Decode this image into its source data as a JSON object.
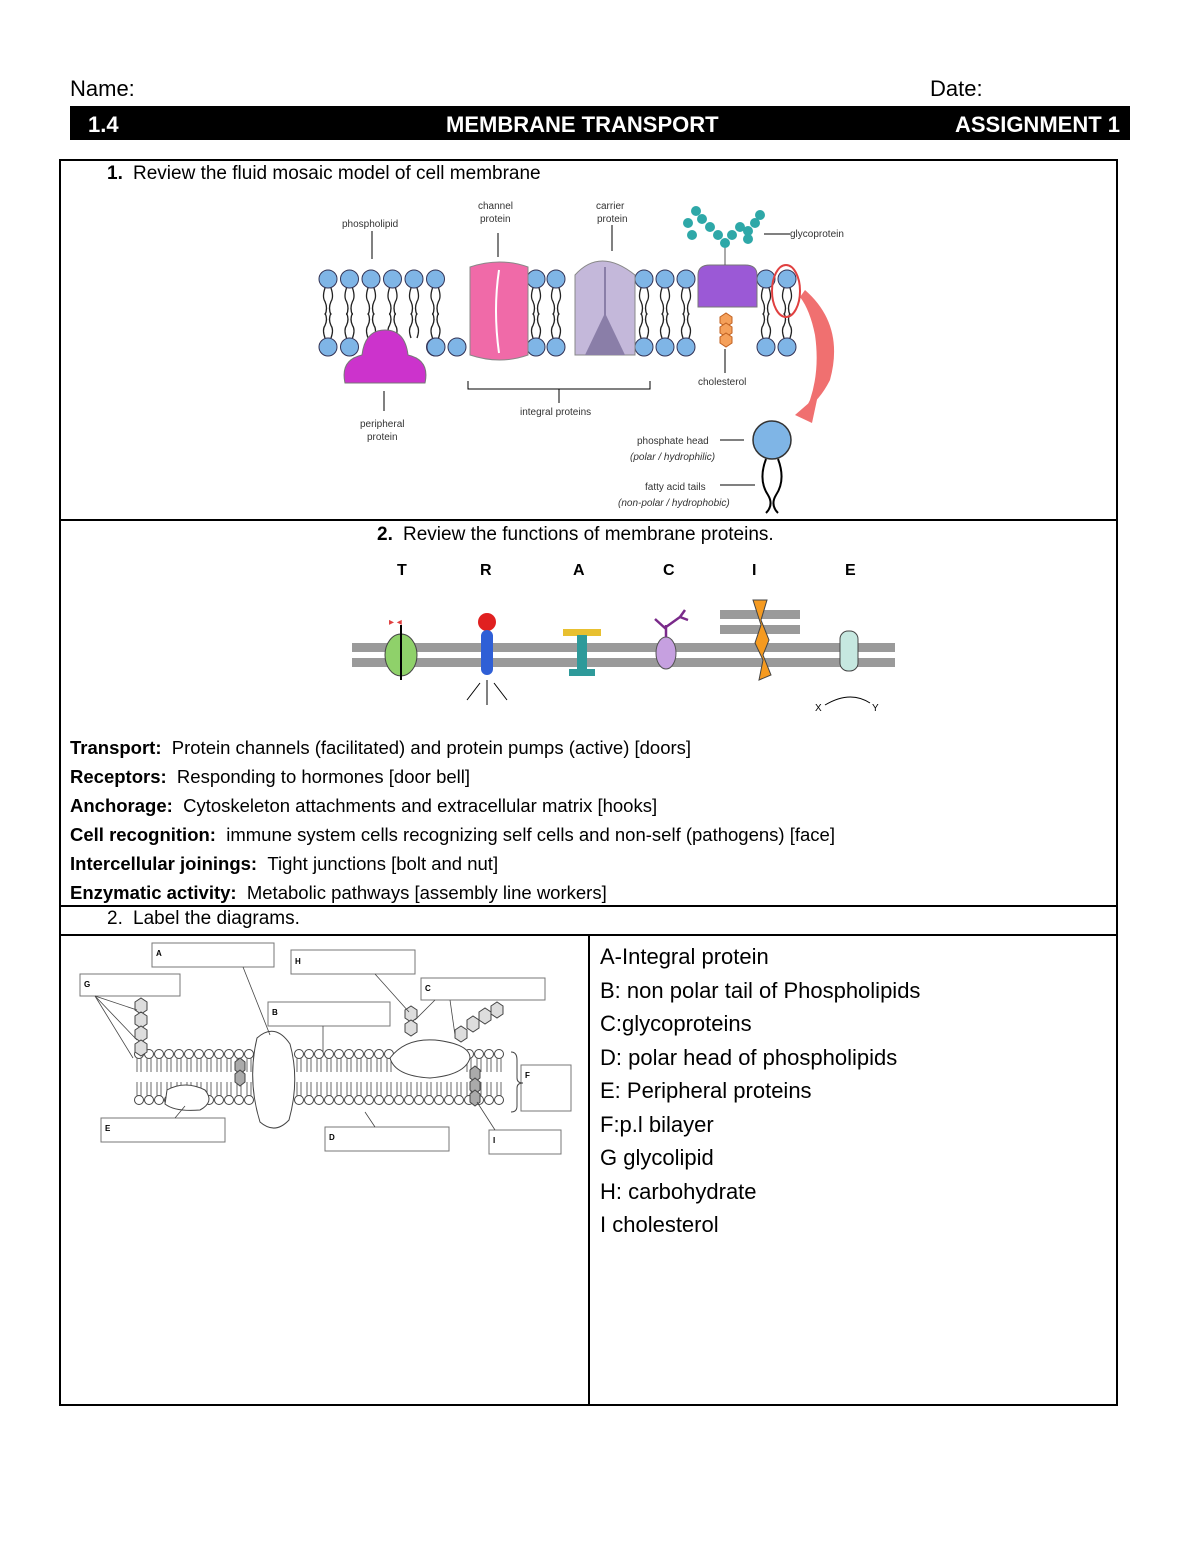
{
  "header": {
    "name_label": "Name:",
    "date_label": "Date:",
    "section_number": "1.4",
    "title": "MEMBRANE TRANSPORT",
    "assignment": "ASSIGNMENT 1"
  },
  "section1": {
    "number": "1.",
    "title": "Review the fluid mosaic model of cell membrane",
    "labels": {
      "phospholipid": "phospholipid",
      "channel_1": "channel",
      "channel_2": "protein",
      "carrier_1": "carrier",
      "carrier_2": "protein",
      "glycoprotein": "glycoprotein",
      "cholesterol": "cholesterol",
      "peripheral_1": "peripheral",
      "peripheral_2": "protein",
      "integral": "integral proteins",
      "phosphate_head": "phosphate head",
      "polar": "(polar / hydrophilic)",
      "fatty_tails": "fatty acid tails",
      "nonpolar": "(non-polar / hydrophobic)"
    }
  },
  "section2": {
    "number": "2.",
    "title": "Review the functions of membrane proteins.",
    "letters": [
      "T",
      "R",
      "A",
      "C",
      "I",
      "E"
    ],
    "x_label": "X",
    "y_label": "Y",
    "functions": [
      {
        "term": "Transport:",
        "text": "Protein channels (facilitated) and protein pumps (active) [doors]"
      },
      {
        "term": "Receptors:",
        "text": "Responding to hormones [door bell]"
      },
      {
        "term": "Anchorage:",
        "text": "Cytoskeleton attachments and extracellular matrix [hooks]"
      },
      {
        "term": "Cell recognition:",
        "text": "immune system cells recognizing self cells and non-self (pathogens) [face]"
      },
      {
        "term": "Intercellular joinings:",
        "text": "Tight junctions [bolt and nut]"
      },
      {
        "term": "Enzymatic activity:",
        "text": "Metabolic pathways [assembly line workers]"
      }
    ]
  },
  "section3": {
    "number": "2.",
    "title": "Label the diagrams.",
    "diagram_letters": {
      "A": "A",
      "B": "B",
      "C": "C",
      "D": "D",
      "E": "E",
      "F": "F",
      "G": "G",
      "H": "H",
      "I": "I"
    },
    "answers": [
      "A-Integral protein",
      "B: non polar tail of Phospholipids",
      "C:glycoproteins",
      "D: polar head of phospholipids",
      "E: Peripheral proteins",
      "F:p.l bilayer",
      "G glycolipid",
      "H: carbohydrate",
      "I cholesterol"
    ]
  },
  "colors": {
    "head_blue": "#7fb5e6",
    "peripheral": "#cc33cc",
    "channel": "#f06aa8",
    "carrier": "#c4b8da",
    "glyco_teal": "#2ea8a8",
    "arrow_red": "#f07070"
  }
}
